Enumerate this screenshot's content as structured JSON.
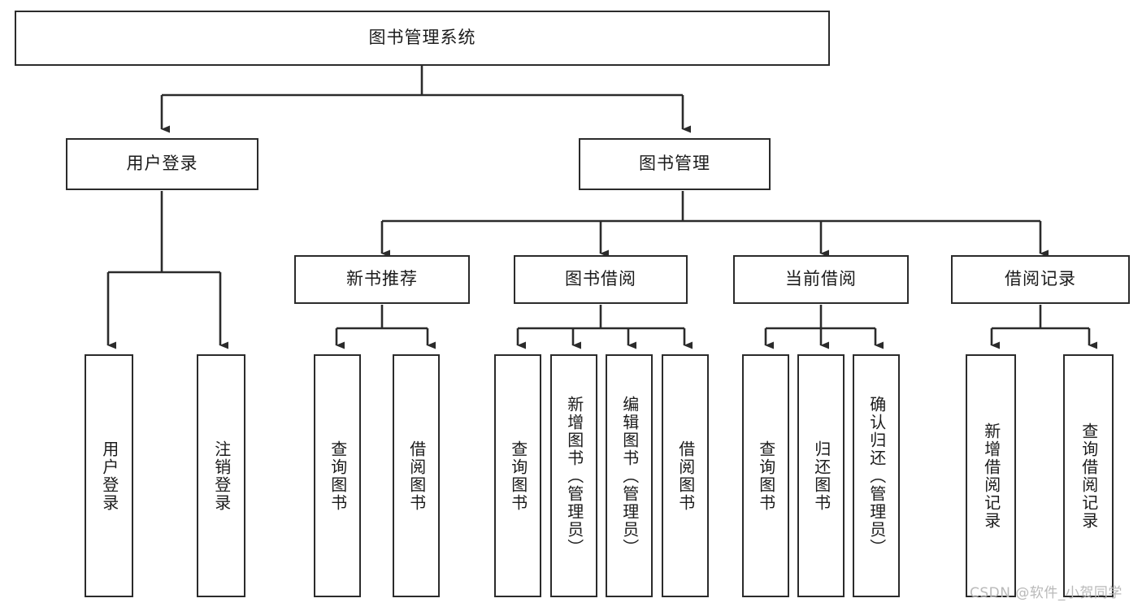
{
  "diagram": {
    "type": "tree",
    "title": "图书管理系统",
    "watermark": "CSDN @软件_小贺同学",
    "colors": {
      "stroke": "#2b2b2b",
      "fill": "#ffffff",
      "text": "#1b1b1b",
      "watermark": "#b9b9b9"
    },
    "nodes": {
      "root": {
        "label": "图书管理系统"
      },
      "l2": [
        {
          "label": "用户登录"
        },
        {
          "label": "图书管理"
        }
      ],
      "l3": [
        {
          "label": "新书推荐"
        },
        {
          "label": "图书借阅"
        },
        {
          "label": "当前借阅"
        },
        {
          "label": "借阅记录"
        }
      ],
      "leaves_user_login": [
        {
          "label": "用户登录"
        },
        {
          "label": "注销登录"
        }
      ],
      "leaves_new_books": [
        {
          "label": "查询图书"
        },
        {
          "label": "借阅图书"
        }
      ],
      "leaves_borrow": [
        {
          "label": "查询图书"
        },
        {
          "label": "新增图书（管理员）"
        },
        {
          "label": "编辑图书（管理员）"
        },
        {
          "label": "借阅图书"
        }
      ],
      "leaves_current": [
        {
          "label": "查询图书"
        },
        {
          "label": "归还图书"
        },
        {
          "label": "确认归还（管理员）"
        }
      ],
      "leaves_records": [
        {
          "label": "新增借阅记录"
        },
        {
          "label": "查询借阅记录"
        }
      ]
    }
  }
}
